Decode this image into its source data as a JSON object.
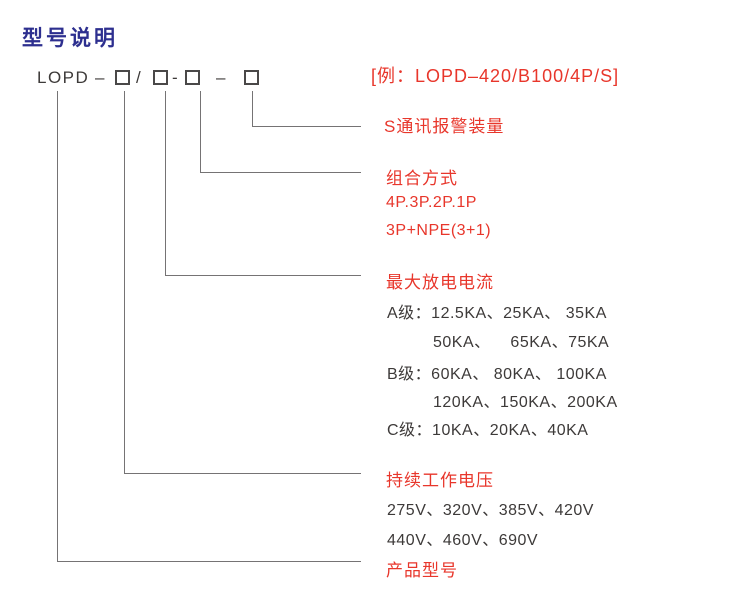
{
  "title": "型号说明",
  "colors": {
    "title": "#2d2f8f",
    "red": "#e8362b",
    "dark": "#3d3a39",
    "line": "#757374"
  },
  "model": {
    "prefix": "LOPD",
    "sep1": "–",
    "sep2": "/",
    "sep3": "-",
    "sep4": "–",
    "example": "[例：LOPD–420/B100/4P/S]"
  },
  "branches": {
    "s_alarm": {
      "label": "S通讯报警装量"
    },
    "combination": {
      "label": "组合方式",
      "line1": "4P.3P.2P.1P",
      "line2": "3P+NPE(3+1)"
    },
    "discharge": {
      "label": "最大放电电流",
      "row1": "A级：12.5KA、25KA、 35KA",
      "row2": "50KA、    65KA、75KA",
      "row3": "B级：60KA、 80KA、 100KA",
      "row4": "120KA、150KA、200KA",
      "row5": "C级：10KA、20KA、40KA"
    },
    "voltage": {
      "label": "持续工作电压",
      "row1": "275V、320V、385V、420V",
      "row2": "440V、460V、690V"
    },
    "product": {
      "label": "产品型号"
    }
  }
}
